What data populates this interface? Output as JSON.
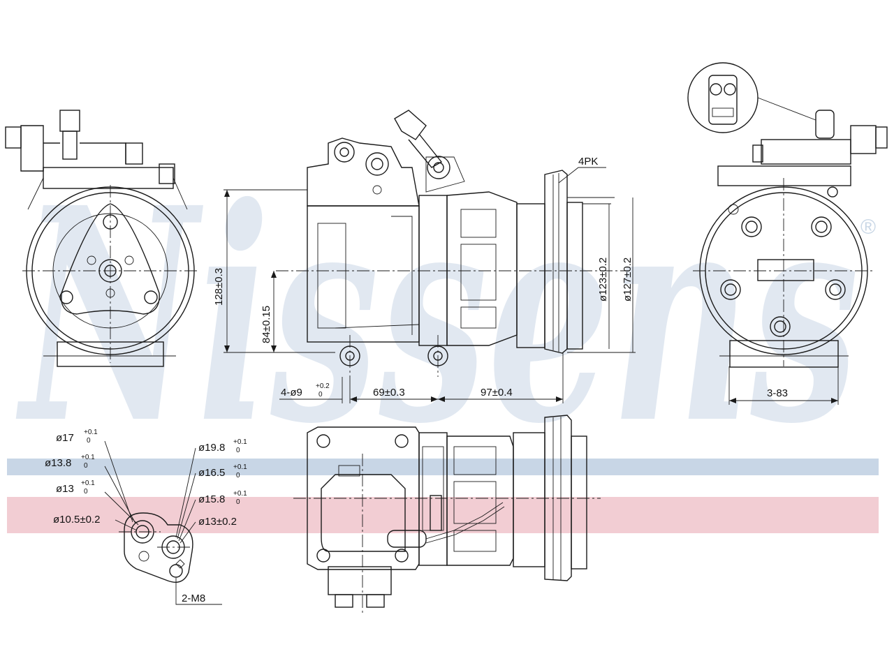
{
  "brand": {
    "watermark_text": "Nissens",
    "registered_mark": "®",
    "colors": {
      "watermark": "#c9d7e6",
      "band_blue": "#c8d6e6",
      "band_red": "#f2cdd3",
      "line": "#1a1a1a"
    }
  },
  "dimensions": {
    "pulley_type": "4PK",
    "height": "128±0.3",
    "axis_height": "84±0.15",
    "mount_holes_prefix": "4-ø9",
    "mount_holes_tol_upper": "+0.2",
    "mount_holes_tol_lower": "0",
    "length_front": "69±0.3",
    "length_rear": "97±0.4",
    "pulley_dia_inner": "ø123±0.2",
    "pulley_dia_outer": "ø127±0.2",
    "rear_bolt_pattern": "3-83"
  },
  "port_flange": {
    "left_port": [
      {
        "base": "ø17",
        "upper": "+0.1",
        "lower": "0"
      },
      {
        "base": "ø13.8",
        "upper": "+0.1",
        "lower": "0"
      },
      {
        "base": "ø13",
        "upper": "+0.1",
        "lower": "0"
      },
      {
        "base": "ø10.5±0.2",
        "upper": "",
        "lower": ""
      }
    ],
    "right_port": [
      {
        "base": "ø19.8",
        "upper": "+0.1",
        "lower": "0"
      },
      {
        "base": "ø16.5",
        "upper": "+0.1",
        "lower": "0"
      },
      {
        "base": "ø15.8",
        "upper": "+0.1",
        "lower": "0"
      },
      {
        "base": "ø13±0.2",
        "upper": "",
        "lower": ""
      }
    ],
    "thread": "2-M8"
  }
}
